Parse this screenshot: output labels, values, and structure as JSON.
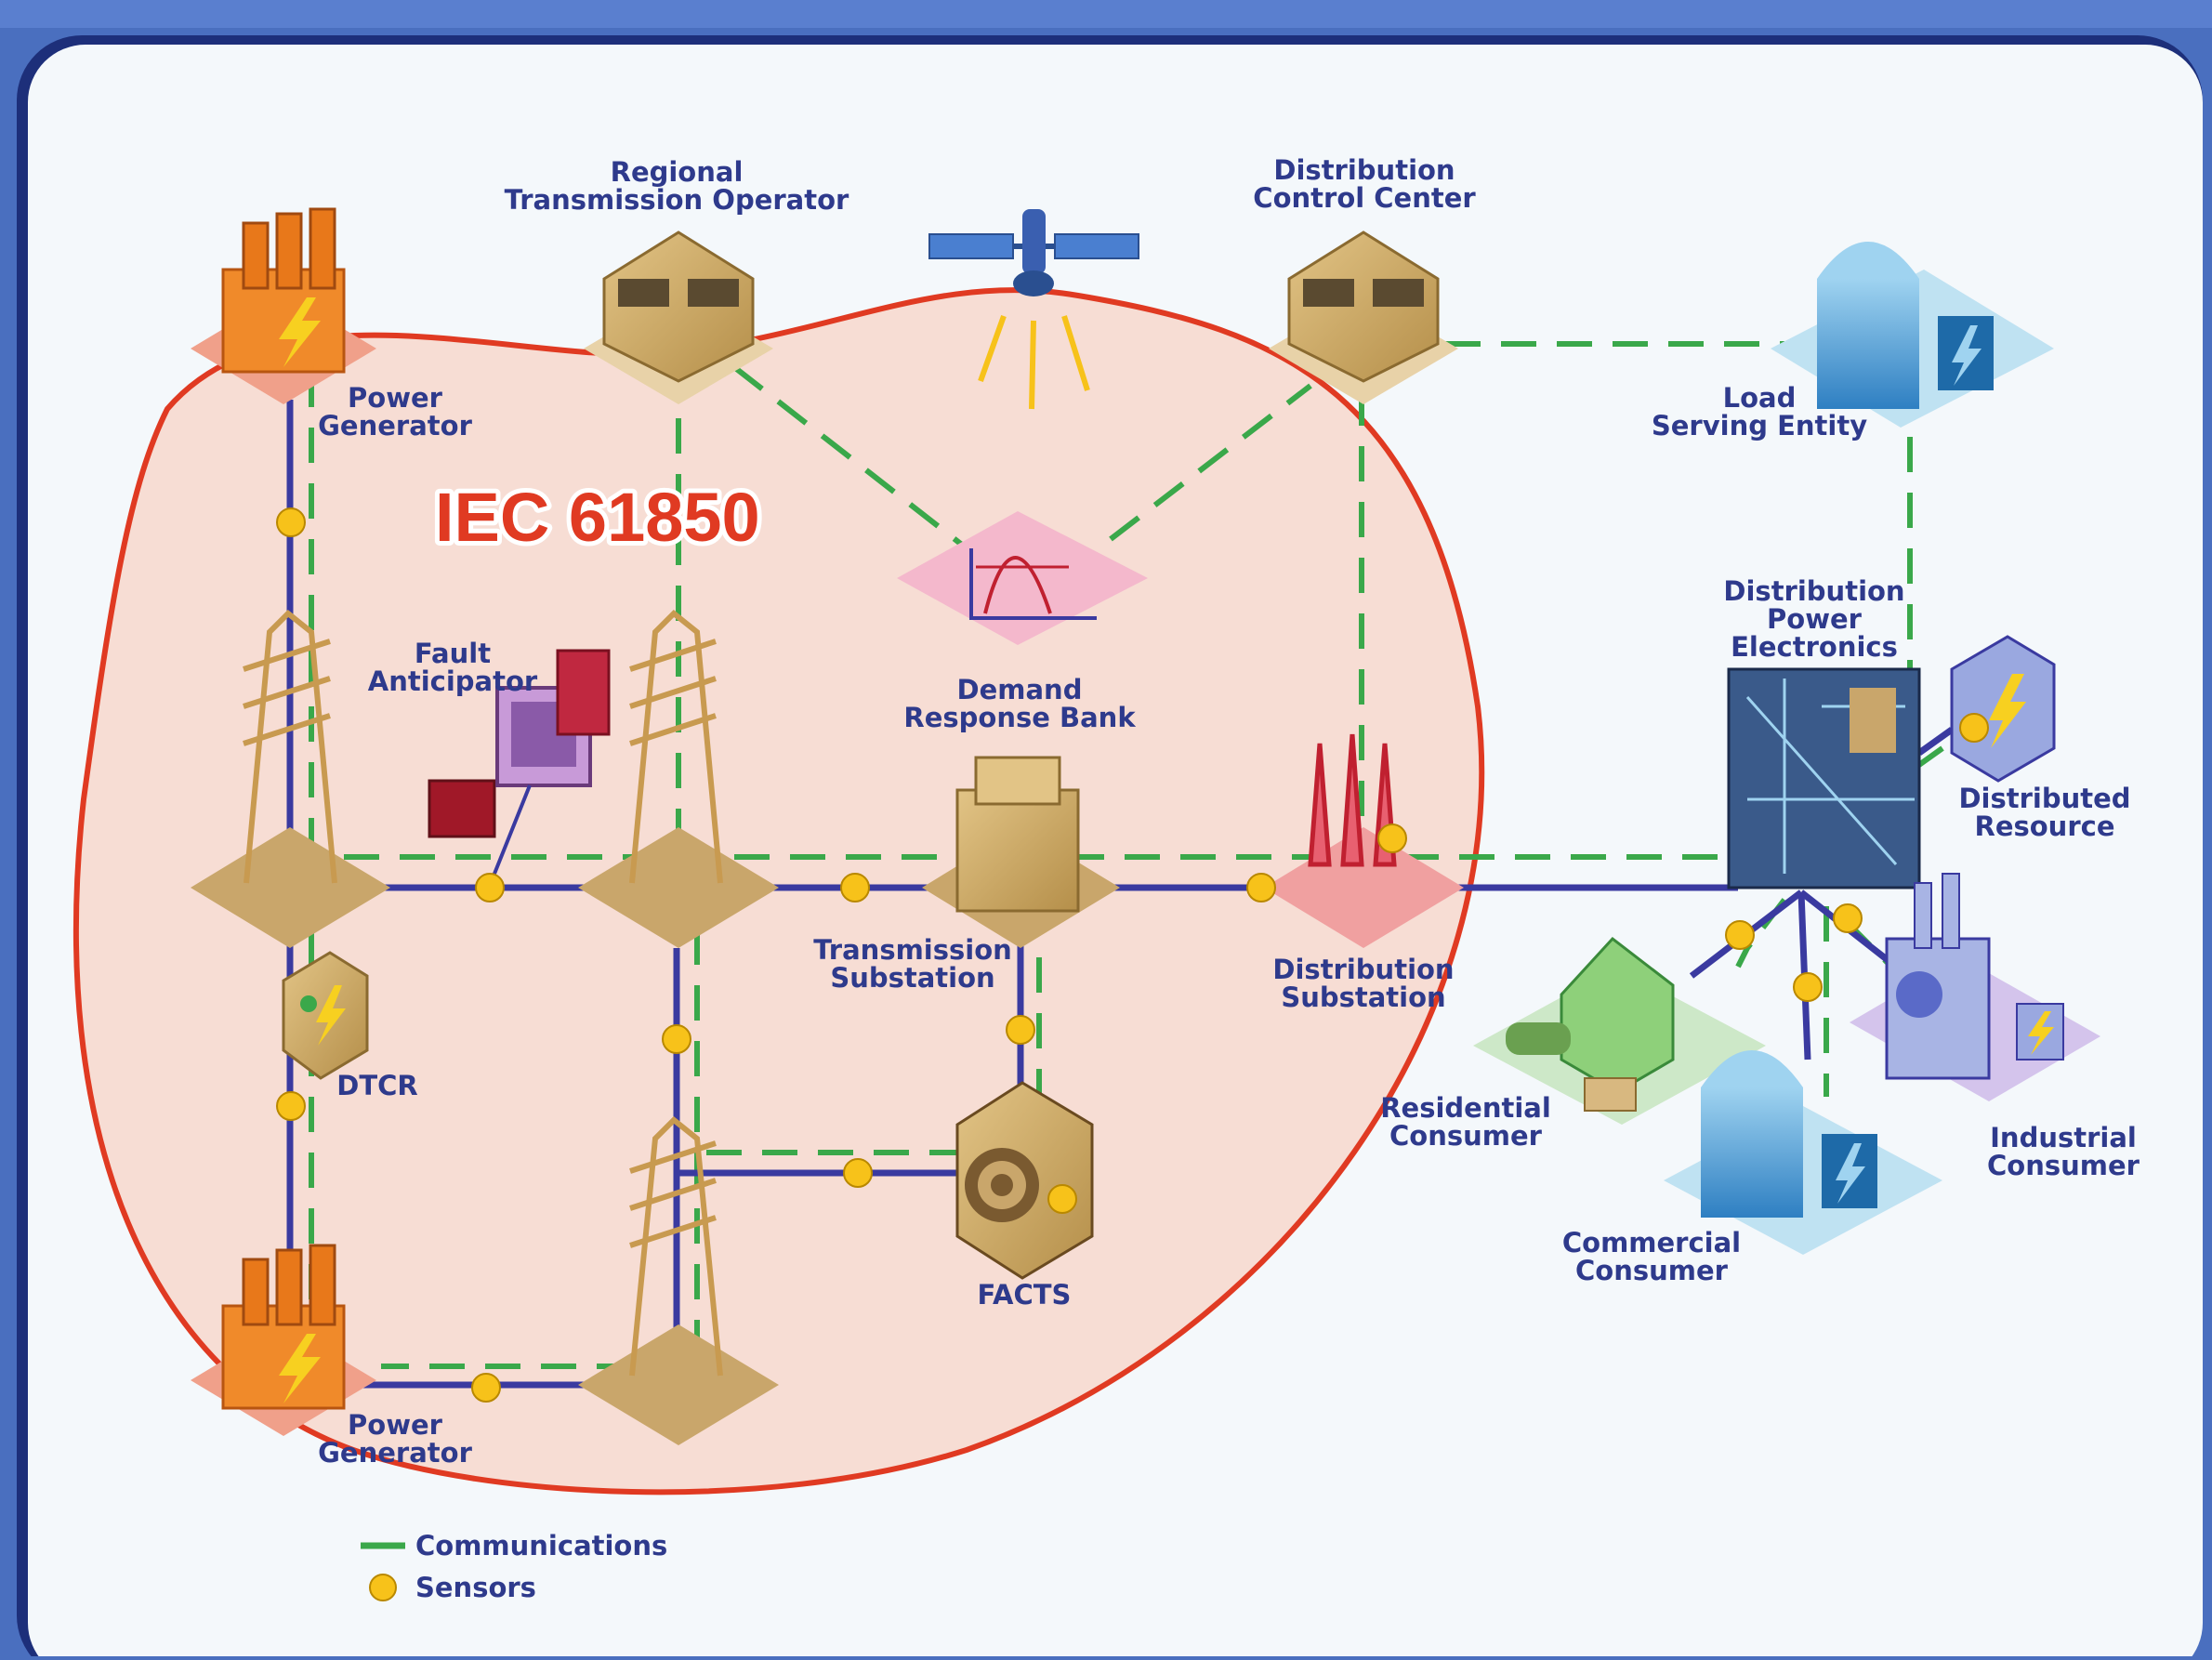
{
  "diagram": {
    "highlight_label": "IEC 61850",
    "nodes": {
      "regional_transmission_operator": [
        "Regional",
        "Transmission Operator"
      ],
      "distribution_control_center": [
        "Distribution",
        "Control Center"
      ],
      "power_generator_top": [
        "Power",
        "Generator"
      ],
      "load_serving_entity": [
        "Load",
        "Serving Entity"
      ],
      "fault_anticipator": [
        "Fault",
        "Anticipator"
      ],
      "demand_response_bank": [
        "Demand",
        "Response Bank"
      ],
      "distribution_power_electronics": [
        "Distribution",
        "Power",
        "Electronics"
      ],
      "distributed_resource": [
        "Distributed",
        "Resource"
      ],
      "transmission_substation": [
        "Transmission",
        "Substation"
      ],
      "distribution_substation": [
        "Distribution",
        "Substation"
      ],
      "dtcr": [
        "DTCR"
      ],
      "residential_consumer": [
        "Residential",
        "Consumer"
      ],
      "industrial_consumer": [
        "Industrial",
        "Consumer"
      ],
      "commercial_consumer": [
        "Commercial",
        "Consumer"
      ],
      "facts": [
        "FACTS"
      ],
      "power_generator_bottom": [
        "Power",
        "Generator"
      ]
    },
    "legend": {
      "communications": "Communications",
      "sensors": "Sensors"
    },
    "colors": {
      "frame": "#4a6fbf",
      "panel": "#f4f8fb",
      "highlight_fill": "#f7d8cc",
      "highlight_stroke": "#e03a22",
      "communications_line": "#3aa84a",
      "power_line": "#3a3aa0",
      "sensor": "#f7c21a",
      "label_text": "#2e3a8c"
    }
  }
}
